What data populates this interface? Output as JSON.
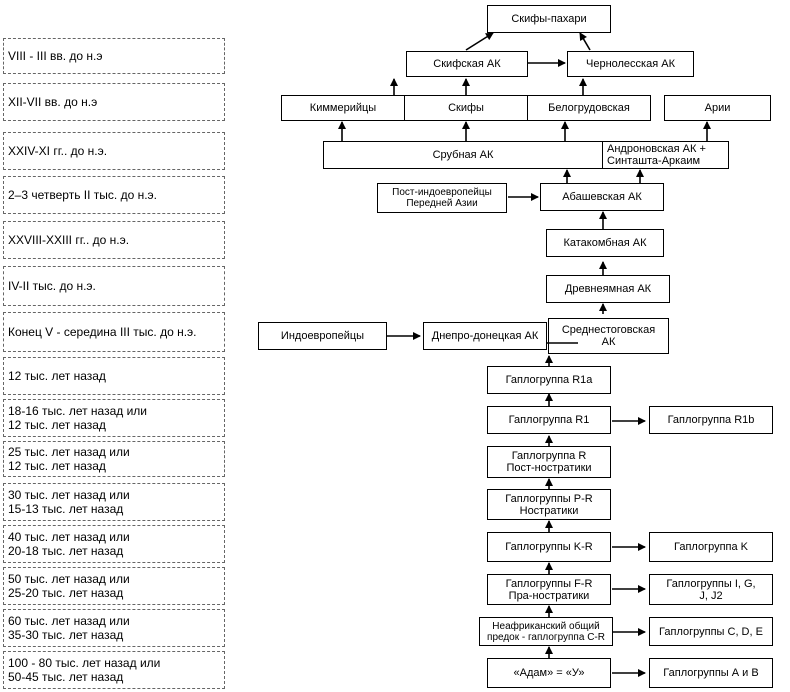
{
  "periods": [
    [
      "VIII - III вв. до н.э"
    ],
    [
      "XII-VII вв. до н.э"
    ],
    [
      "XXIV-XI гг.. до н.э."
    ],
    [
      "2–3 четверть II тыс. до н.э."
    ],
    [
      "XXVIII-XXIII гг.. до н.э."
    ],
    [
      "IV-II тыс. до н.э."
    ],
    [
      "Конец V - середина III тыс. до н.э."
    ],
    [
      "12 тыс. лет назад"
    ],
    [
      "18-16 тыс. лет назад или",
      "12 тыс. лет назад"
    ],
    [
      "25 тыс. лет назад или",
      "12 тыс. лет назад"
    ],
    [
      "30 тыс. лет назад или",
      "15-13 тыс. лет назад"
    ],
    [
      "40 тыс. лет назад или",
      "20-18 тыс. лет назад"
    ],
    [
      "50 тыс. лет назад или",
      "25-20 тыс. лет назад"
    ],
    [
      "60 тыс. лет назад или",
      "35-30 тыс. лет назад"
    ],
    [
      "100 - 80 тыс. лет назад или",
      "50-45 тыс. лет назад"
    ]
  ],
  "nodes": {
    "skify_pahari": "Скифы-пахари",
    "skifskaya_ak": "Скифская АК",
    "chernolesskaya_ak": "Чернолесская АК",
    "kimmeriytsy": "Киммерийцы",
    "skify": "Скифы",
    "belogrudovskaya": "Белогрудовская",
    "arii": "Арии",
    "srubnaya_ak": "Срубная АК",
    "andronovskaya": [
      "Андроновская АК +",
      "Синташта-Аркаим"
    ],
    "post_ie": [
      "Пост-индоевропейцы",
      "Передней Азии"
    ],
    "abashevskaya_ak": "Абашевская АК",
    "katakombnaya_ak": "Катакомбная АК",
    "drevneyamnaya_ak": "Древнеямная АК",
    "indoevropeytsy": "Индоевропейцы",
    "dnepro_donetskaya_ak": "Днепро-донецкая АК",
    "srednestogovskaya_ak": [
      "Среднестоговская",
      "АК"
    ],
    "r1a": "Гаплогруппа R1a",
    "r1": "Гаплогруппа R1",
    "r1b": "Гаплогруппа R1b",
    "r": [
      "Гаплогруппа R",
      "Пост-ностратики"
    ],
    "p_r": [
      "Гаплогруппы P-R",
      "Ностратики"
    ],
    "k_r": "Гаплогруппы K-R",
    "k": "Гаплогруппа K",
    "f_r": [
      "Гаплогруппы F-R",
      "Пра-ностратики"
    ],
    "i_g_j": [
      "Гаплогруппы I, G,",
      "J, J2"
    ],
    "c_r": [
      "Неафриканский общий",
      "предок - гаплогруппа C-R"
    ],
    "c_d_e": "Гаплогруппы C, D, E",
    "adam": "«Адам» = «У»",
    "a_b": "Гаплогруппы А и В"
  }
}
